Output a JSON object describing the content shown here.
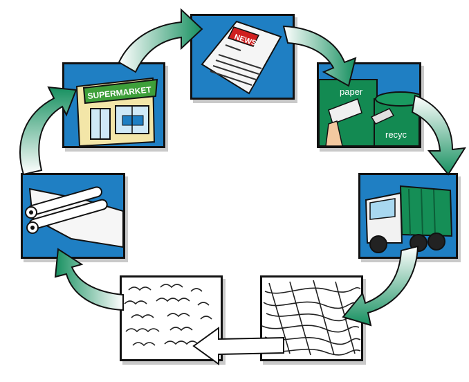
{
  "diagram": {
    "type": "cycle",
    "stages": [
      {
        "name": "supermarket",
        "sign": "SUPERMARKET"
      },
      {
        "name": "newspaper",
        "headline": "NEWS"
      },
      {
        "name": "paper-recycling-bin",
        "bin_labels": [
          "paper",
          "recyc"
        ]
      },
      {
        "name": "garbage-truck"
      },
      {
        "name": "shredded-paper"
      },
      {
        "name": "paper-pulp"
      },
      {
        "name": "paper-rolls"
      }
    ]
  },
  "colors": {
    "panel_blue": "#1f7fc3",
    "arrow_green": "#179060",
    "arrow_light": "#ffffff",
    "bin_green": "#138a52",
    "store_roof": "#3e9f3a"
  }
}
